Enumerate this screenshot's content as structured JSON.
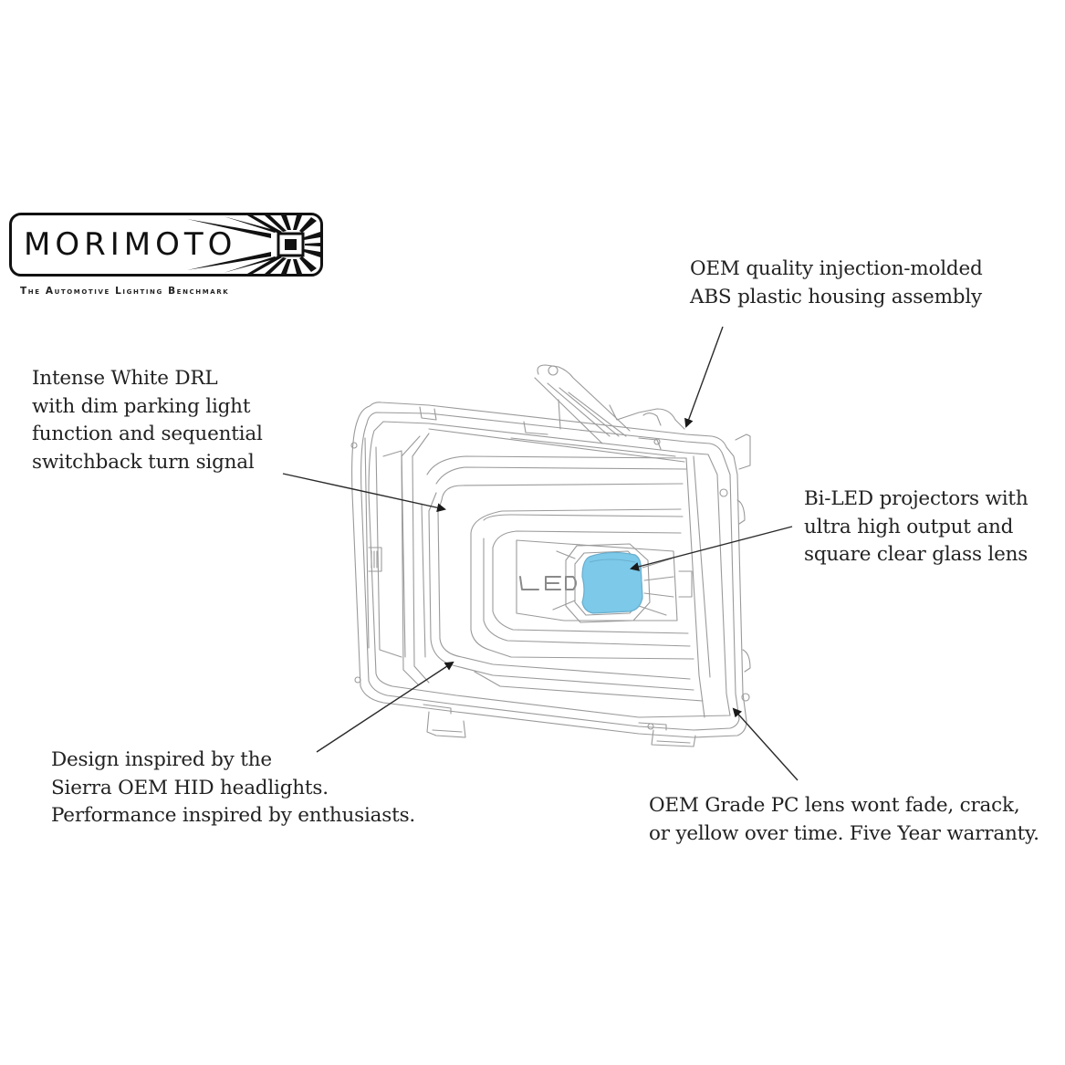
{
  "brand": {
    "logo_text": "MORIMOTO",
    "tagline": "The Automotive Lighting Benchmark"
  },
  "diagram": {
    "subject": "headlight-assembly-line-drawing",
    "lens_highlight_color": "#7cc9ea",
    "projector_badge_text": "LED",
    "callouts": [
      {
        "id": "drl",
        "lines": [
          "Intense White DRL",
          "with dim parking light",
          "function and sequential",
          "switchback turn signal"
        ]
      },
      {
        "id": "housing",
        "lines": [
          "OEM quality injection-molded",
          "ABS plastic housing assembly"
        ]
      },
      {
        "id": "projector",
        "lines": [
          "Bi-LED projectors with",
          "ultra high output and",
          "square clear glass lens"
        ]
      },
      {
        "id": "design",
        "lines": [
          "Design inspired by the",
          "Sierra OEM HID headlights.",
          "Performance inspired by enthusiasts."
        ]
      },
      {
        "id": "lens",
        "lines": [
          "OEM Grade PC lens wont fade, crack,",
          "or yellow over time. Five Year warranty."
        ]
      }
    ]
  }
}
